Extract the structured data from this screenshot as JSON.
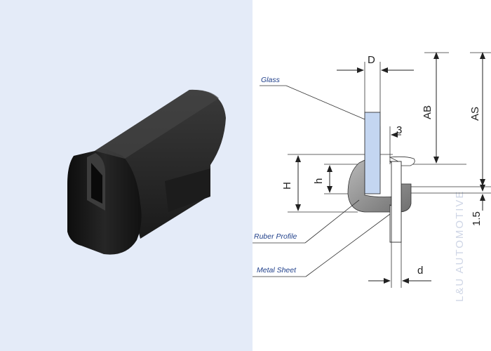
{
  "labels": {
    "glass": "Glass",
    "rubber_profile": "Ruber Profile",
    "metal_sheet": "Metal Sheet"
  },
  "dimensions": {
    "D": "D",
    "AB": "AB",
    "AS": "AS",
    "three": "3",
    "H": "H",
    "h": "h",
    "one_five": "1.5",
    "d": "d"
  },
  "watermark": "L&U AUTOMOTIVE",
  "colors": {
    "left_panel_bg": "#e4ebf8",
    "glass": "#c4d6f1",
    "rubber": "#8d8d8d",
    "label": "#1f3f8a"
  }
}
